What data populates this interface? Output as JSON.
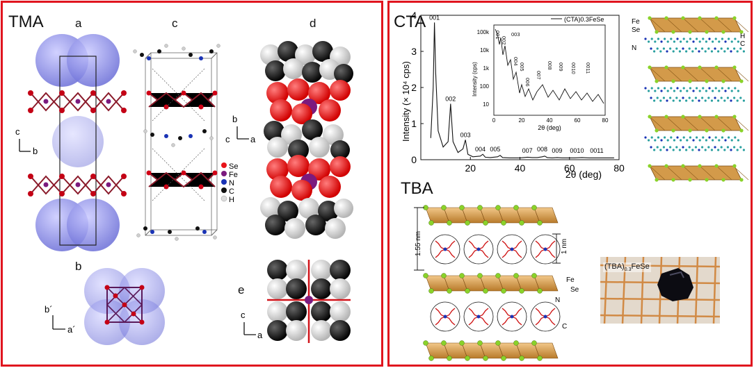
{
  "left": {
    "title": "TMA",
    "panel_labels": {
      "a": "a",
      "c": "c",
      "d": "d",
      "b": "b",
      "e": "e"
    },
    "axes_a": {
      "up": "c",
      "right": "b"
    },
    "axes_b": {
      "up": "b´",
      "right": "a´"
    },
    "axes_d": {
      "up": "b",
      "left": "c",
      "right": "a"
    },
    "axes_e": {
      "up": "c",
      "right": "a"
    },
    "legend": [
      {
        "label": "Se",
        "color": "#e8141a"
      },
      {
        "label": "Fe",
        "color": "#7b1a7e"
      },
      {
        "label": "N",
        "color": "#1a33b5"
      },
      {
        "label": "C",
        "color": "#111111"
      },
      {
        "label": "H",
        "color": "#dddddd"
      }
    ]
  },
  "right": {
    "cta_title": "CTA",
    "tba_title": "TBA",
    "structure_labels": {
      "fe": "Fe",
      "se": "Se",
      "h": "H",
      "c": "C",
      "n": "N"
    },
    "tba_labels": {
      "thickness": "1.55 nm",
      "gap": "1 nm",
      "fe": "Fe",
      "se": "Se",
      "n": "N",
      "c": "C"
    },
    "photo_caption_prefix": "(TBA)",
    "photo_caption_sub": "0.3",
    "photo_caption_suffix": "FeSe"
  },
  "chart_data": {
    "type": "line",
    "xlabel": "2θ (deg)",
    "ylabel": "Intensity (× 10⁴ cps)",
    "xlim": [
      0,
      80
    ],
    "ylim": [
      0,
      4
    ],
    "xticks": [
      20,
      40,
      60,
      80
    ],
    "yticks": [
      0,
      1,
      2,
      3,
      4
    ],
    "legend": "(CTA)0.3FeSe",
    "series": [
      {
        "name": "(CTA)0.3FeSe",
        "x": [
          4,
          5,
          5.5,
          6,
          7,
          9,
          11,
          12,
          13,
          15,
          17,
          18,
          19,
          21,
          24,
          25,
          26,
          28,
          31,
          32,
          33,
          36,
          40,
          43,
          45,
          47,
          49,
          50,
          51,
          53,
          55,
          57,
          59,
          62,
          65,
          68,
          70,
          72,
          75,
          78
        ],
        "y": [
          0.6,
          2.0,
          3.8,
          2.4,
          0.8,
          0.35,
          0.5,
          1.55,
          0.5,
          0.2,
          0.3,
          0.55,
          0.15,
          0.08,
          0.1,
          0.15,
          0.07,
          0.06,
          0.08,
          0.12,
          0.06,
          0.05,
          0.05,
          0.07,
          0.06,
          0.06,
          0.08,
          0.1,
          0.06,
          0.05,
          0.06,
          0.05,
          0.05,
          0.05,
          0.06,
          0.05,
          0.05,
          0.05,
          0.05,
          0.05
        ]
      }
    ],
    "peak_labels": [
      {
        "label": "001",
        "x": 5.5,
        "y": 3.8
      },
      {
        "label": "002",
        "x": 12,
        "y": 1.55
      },
      {
        "label": "003",
        "x": 18,
        "y": 0.55
      },
      {
        "label": "004",
        "x": 24,
        "y": 0.15
      },
      {
        "label": "005",
        "x": 30,
        "y": 0.15
      },
      {
        "label": "007",
        "x": 43,
        "y": 0.12
      },
      {
        "label": "008",
        "x": 49,
        "y": 0.15
      },
      {
        "label": "009",
        "x": 55,
        "y": 0.12
      },
      {
        "label": "0010",
        "x": 63,
        "y": 0.12
      },
      {
        "label": "0011",
        "x": 71,
        "y": 0.12
      }
    ],
    "inset": {
      "xlabel": "2θ (deg)",
      "ylabel": "Intensity (cps)",
      "xlim": [
        0,
        80
      ],
      "yticks": [
        "100k",
        "10k",
        "1k",
        "100",
        "10"
      ],
      "xticks": [
        0,
        20,
        40,
        60,
        80
      ],
      "peak_labels": [
        "001",
        "002",
        "003",
        "004",
        "005",
        "006",
        "007",
        "008",
        "009",
        "0010",
        "0011"
      ]
    }
  }
}
